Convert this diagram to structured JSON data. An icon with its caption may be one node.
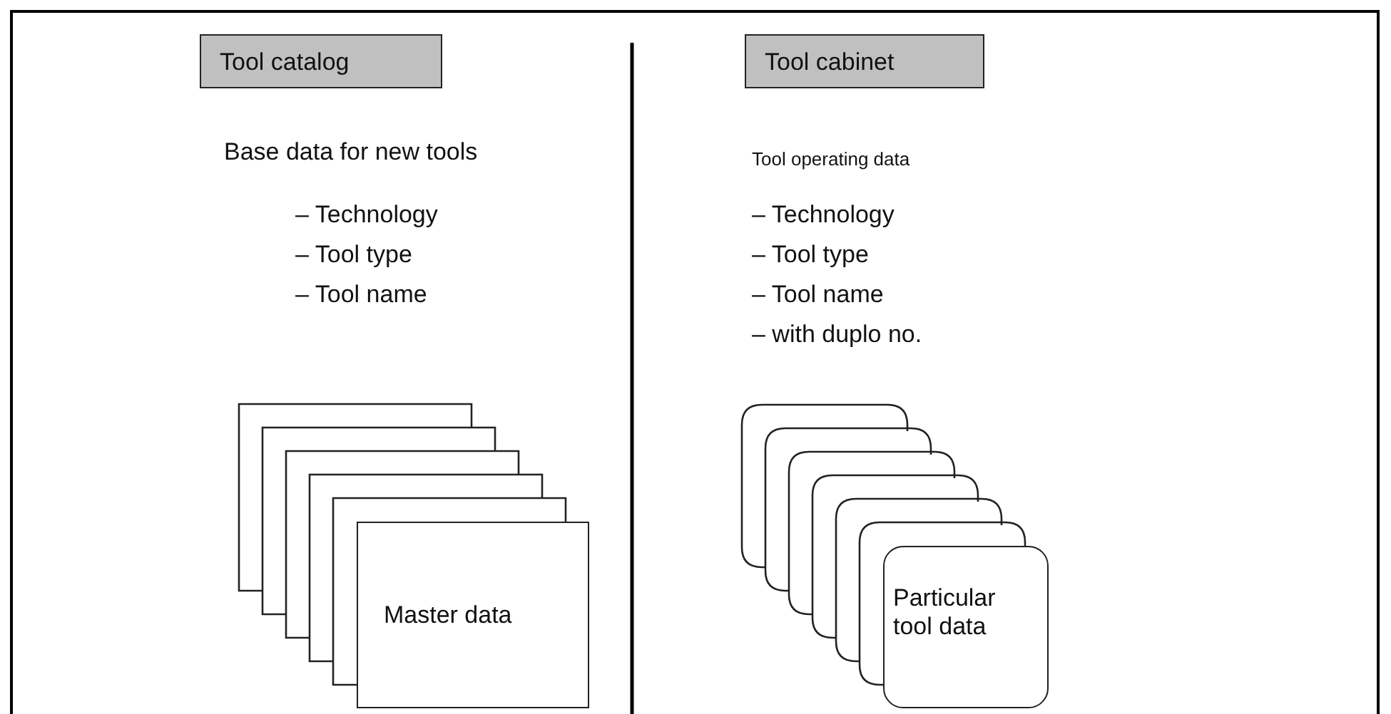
{
  "diagram": {
    "nodes": [
      {
        "text": [
          "Tool catalog"
        ]
      },
      {
        "text": [
          "Master data"
        ]
      },
      {
        "text": [
          "Tool cabinet"
        ]
      },
      {
        "text": [
          "Particular tool data"
        ]
      }
    ],
    "edges": [],
    "labels": [
      "Base data for new tools",
      "– Technology",
      "– Tool type",
      "– Tool name",
      "Tool operating data",
      "– Technology",
      "– Tool type",
      "– Tool name",
      "– with duplo no."
    ]
  }
}
